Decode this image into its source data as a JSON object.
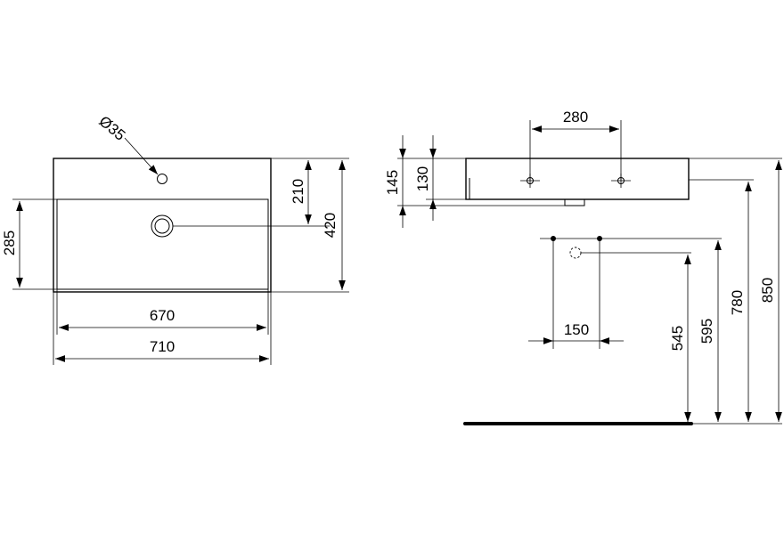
{
  "plan_view": {
    "hole_label": "Ø35",
    "dim_210": "210",
    "dim_420": "420",
    "dim_285": "285",
    "dim_670": "670",
    "dim_710": "710"
  },
  "side_view": {
    "dim_145": "145",
    "dim_130": "130",
    "dim_280": "280",
    "dim_150": "150",
    "dim_545": "545",
    "dim_595": "595",
    "dim_780": "780",
    "dim_850": "850"
  }
}
